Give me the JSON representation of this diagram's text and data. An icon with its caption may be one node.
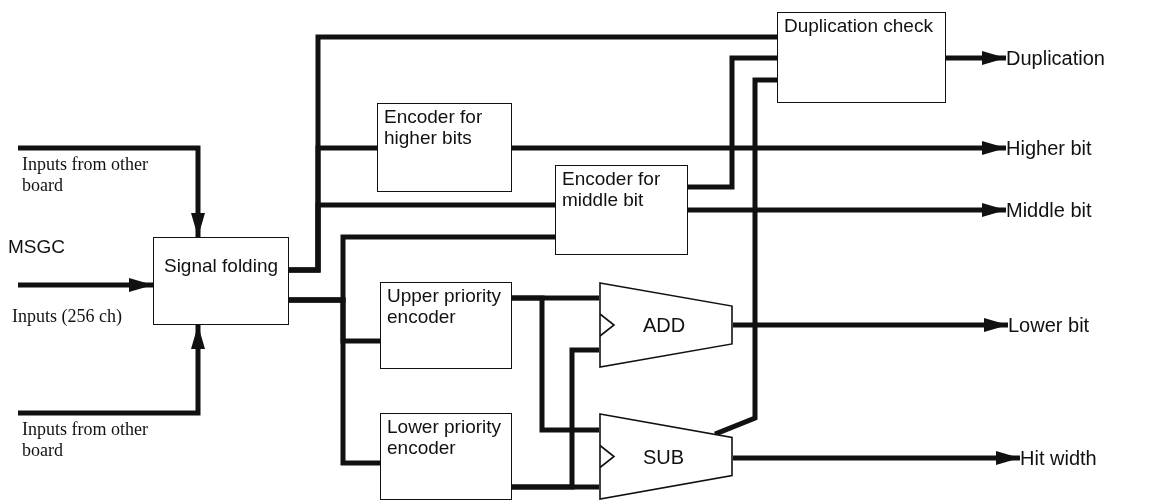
{
  "diagram": {
    "nodes": [
      {
        "text": [
          "Signal folding"
        ]
      },
      {
        "text": [
          "Encoder for higher bits"
        ]
      },
      {
        "text": [
          "Encoder for middle bit"
        ]
      },
      {
        "text": [
          "Upper priority encoder"
        ]
      },
      {
        "text": [
          "Lower priority encoder"
        ]
      },
      {
        "text": [
          "ADD"
        ]
      },
      {
        "text": [
          "SUB"
        ]
      },
      {
        "text": [
          "Duplication check"
        ]
      },
      {
        "text": [
          "Duplication"
        ]
      },
      {
        "text": [
          "Higher bit"
        ]
      },
      {
        "text": [
          "Middle bit"
        ]
      },
      {
        "text": [
          "Lower bit"
        ]
      },
      {
        "text": [
          "Hit width"
        ]
      },
      {
        "text": [
          "Inputs from other board"
        ]
      },
      {
        "text": [
          "Inputs from other board"
        ]
      }
    ],
    "edges": [
      {
        "from": null,
        "to": 0,
        "arrow": "to"
      },
      {
        "from": 13,
        "to": 0,
        "arrow": "to"
      },
      {
        "from": 14,
        "to": 0,
        "arrow": "to"
      },
      {
        "from": 0,
        "to": 7,
        "arrow": "none"
      },
      {
        "from": 0,
        "to": 1,
        "arrow": "none"
      },
      {
        "from": 0,
        "to": 2,
        "arrow": "none"
      },
      {
        "from": 0,
        "to": 2,
        "arrow": "none"
      },
      {
        "from": 0,
        "to": 3,
        "arrow": "none"
      },
      {
        "from": 0,
        "to": 4,
        "arrow": "none"
      },
      {
        "from": 3,
        "to": 5,
        "arrow": "none"
      },
      {
        "from": 3,
        "to": 6,
        "arrow": "none"
      },
      {
        "from": 4,
        "to": 5,
        "arrow": "none"
      },
      {
        "from": 4,
        "to": 6,
        "arrow": "none"
      },
      {
        "from": 2,
        "to": 7,
        "arrow": "none"
      },
      {
        "from": 6,
        "to": 7,
        "arrow": "none"
      },
      {
        "from": 7,
        "to": 8,
        "arrow": "to"
      },
      {
        "from": 1,
        "to": 9,
        "arrow": "to"
      },
      {
        "from": 2,
        "to": 10,
        "arrow": "to"
      },
      {
        "from": 5,
        "to": 11,
        "arrow": "to"
      },
      {
        "from": 6,
        "to": 12,
        "arrow": "to"
      }
    ],
    "labels": [
      "MSGC",
      "Inputs (256 ch)"
    ]
  }
}
